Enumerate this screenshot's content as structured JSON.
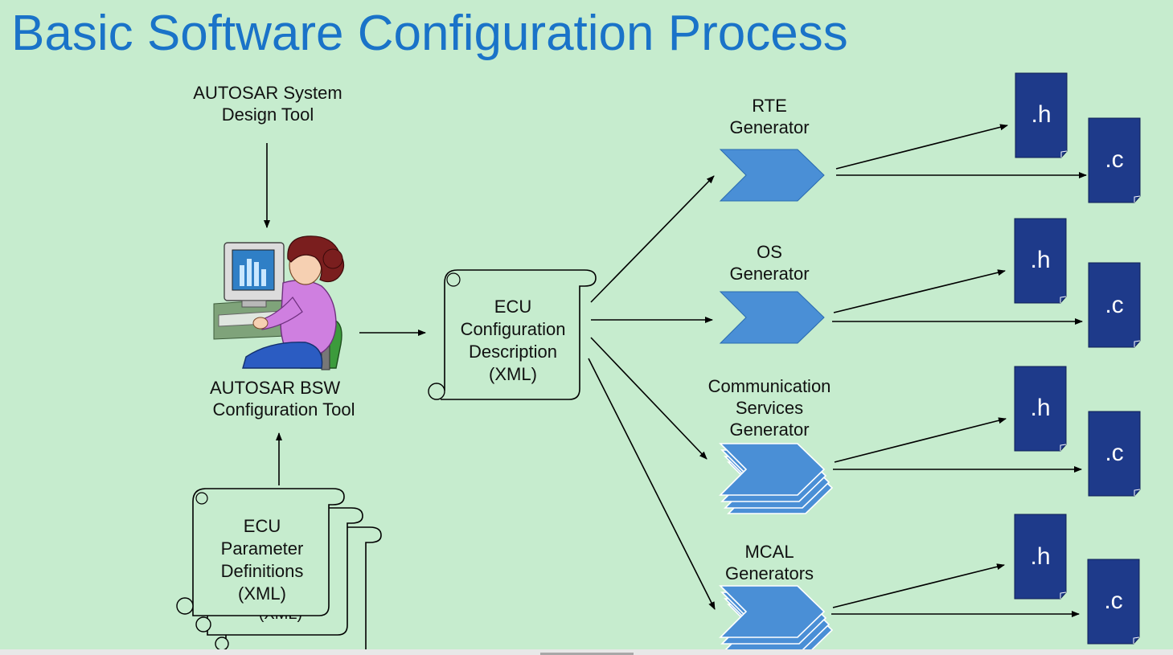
{
  "title": "Basic Software Configuration Process",
  "system_design_tool": {
    "line1": "AUTOSAR System",
    "line2": "Design Tool"
  },
  "bsw_config_tool": {
    "line1": "AUTOSAR BSW",
    "line2": "Configuration Tool"
  },
  "ecu_config_description": [
    "ECU",
    "Configuration",
    "Description",
    "(XML)"
  ],
  "ecu_param_definitions": [
    "ECU",
    "Parameter",
    "Definitions",
    "(XML)"
  ],
  "generators": [
    {
      "lines": [
        "RTE",
        "Generator"
      ]
    },
    {
      "lines": [
        "OS",
        "Generator"
      ]
    },
    {
      "lines": [
        "Communication",
        "Services",
        "Generator"
      ]
    },
    {
      "lines": [
        "MCAL",
        "Generators"
      ]
    }
  ],
  "file_labels": {
    "header": ".h",
    "source": ".c"
  },
  "colors": {
    "background": "#c6ecce",
    "title": "#1a73c8",
    "generator_chevron": "#4a8fd6",
    "file_icon": "#1e3a8a"
  }
}
